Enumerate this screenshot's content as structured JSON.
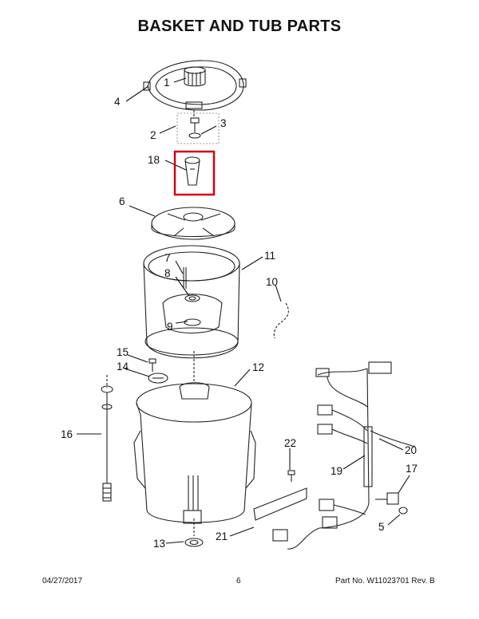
{
  "title": "BASKET AND TUB PARTS",
  "footer": {
    "date": "04/27/2017",
    "page": "6",
    "part_no": "Part No.  W11023701  Rev.  B"
  },
  "callouts": {
    "c1": "1",
    "c2": "2",
    "c3": "3",
    "c4": "4",
    "c5": "5",
    "c6": "6",
    "c7": "7",
    "c8": "8",
    "c9": "9",
    "c10": "10",
    "c11": "11",
    "c12": "12",
    "c13": "13",
    "c14": "14",
    "c15": "15",
    "c16": "16",
    "c17": "17",
    "c18": "18",
    "c19": "19",
    "c20": "20",
    "c21": "21",
    "c22": "22"
  },
  "highlight_color": "#d0021b"
}
